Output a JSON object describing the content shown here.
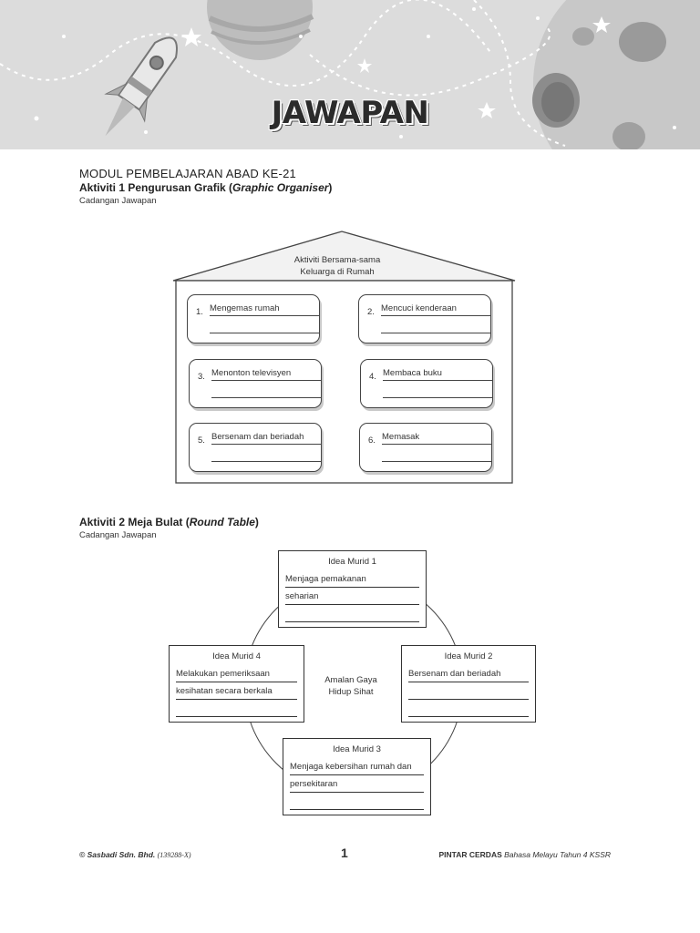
{
  "banner": {
    "title": "JAWAPAN"
  },
  "module_title": "MODUL PEMBELAJARAN ABAD KE-21",
  "activity1": {
    "title_prefix": "Aktiviti 1  Pengurusan Grafik (",
    "title_italic": "Graphic Organiser",
    "title_suffix": ")",
    "note": "Cadangan Jawapan",
    "roof_line1": "Aktiviti Bersama-sama",
    "roof_line2": "Keluarga di Rumah",
    "items": [
      {
        "num": "1.",
        "text": "Mengemas rumah"
      },
      {
        "num": "2.",
        "text": "Mencuci kenderaan"
      },
      {
        "num": "3.",
        "text": "Menonton televisyen"
      },
      {
        "num": "4.",
        "text": "Membaca buku"
      },
      {
        "num": "5.",
        "text": "Bersenam dan beriadah"
      },
      {
        "num": "6.",
        "text": "Memasak"
      }
    ]
  },
  "activity2": {
    "title_prefix": "Aktiviti 2    Meja Bulat (",
    "title_italic": "Round Table",
    "title_suffix": ")",
    "note": "Cadangan Jawapan",
    "center_line1": "Amalan Gaya",
    "center_line2": "Hidup Sihat",
    "ideas": [
      {
        "title": "Idea Murid 1",
        "lines": [
          "Menjaga pemakanan",
          "seharian",
          ""
        ]
      },
      {
        "title": "Idea Murid 2",
        "lines": [
          "Bersenam dan beriadah",
          "",
          ""
        ]
      },
      {
        "title": "Idea Murid 3",
        "lines": [
          "Menjaga kebersihan rumah dan",
          "persekitaran",
          ""
        ]
      },
      {
        "title": "Idea Murid 4",
        "lines": [
          "Melakukan pemeriksaan",
          "kesihatan secara berkala",
          ""
        ]
      }
    ]
  },
  "footer": {
    "copyright": "© Sasbadi Sdn. Bhd.",
    "company_code": "(139288-X)",
    "page_number": "1",
    "book_title": "PINTAR CERDAS",
    "book_subtitle": "Bahasa Melayu Tahun 4 KSSR"
  }
}
